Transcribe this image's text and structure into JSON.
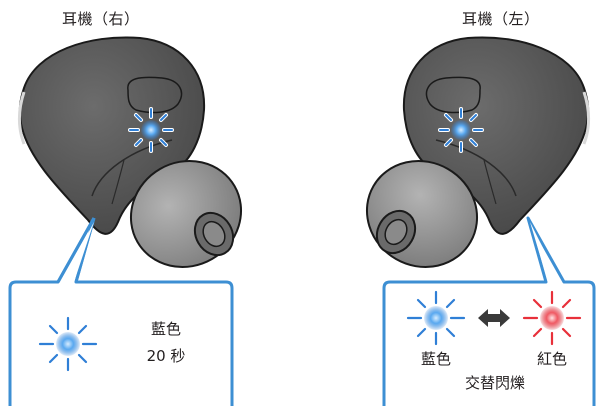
{
  "right_earbud": {
    "title": "耳機（右）",
    "indicator": {
      "color_name": "藍色",
      "duration": "20 秒",
      "color": "#3b8fe0"
    }
  },
  "left_earbud": {
    "title": "耳機（左）",
    "indicator": {
      "color_a_name": "藍色",
      "color_b_name": "紅色",
      "mode": "交替閃爍",
      "color_a": "#3b8fe0",
      "color_b": "#e8303a"
    }
  },
  "colors": {
    "callout_border": "#3d8fd3",
    "earbud_body": "#5a5a5a",
    "ear_tip": "#8f8f8f",
    "outline": "#1a1a1a"
  },
  "icons": [
    "led-blue-icon",
    "led-red-icon",
    "double-arrow-icon"
  ]
}
